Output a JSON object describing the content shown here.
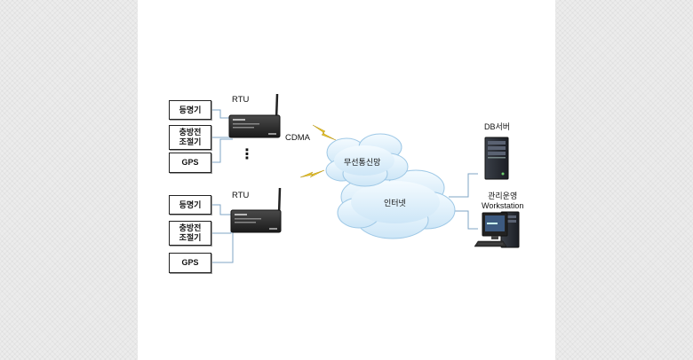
{
  "rtu_groups": [
    {
      "rtu_label": "RTU",
      "devices": [
        "등명기",
        "충방전\n조절기",
        "GPS"
      ]
    },
    {
      "rtu_label": "RTU",
      "devices": [
        "등명기",
        "충방전\n조절기",
        "GPS"
      ]
    }
  ],
  "ellipsis": "⋮",
  "cdma_label": "CDMA",
  "wireless_network_label": "무선통신망",
  "internet_label": "인터넷",
  "db_server_label": "DB서버",
  "workstation_label": "관리운영\nWorkstation",
  "colors": {
    "connector": "#7fa4c6",
    "cloud_fill": "#dff0fb",
    "cloud_stroke": "#9ec8e6",
    "lightning": "#e8c32a",
    "device_body": "#2b2b2b"
  }
}
